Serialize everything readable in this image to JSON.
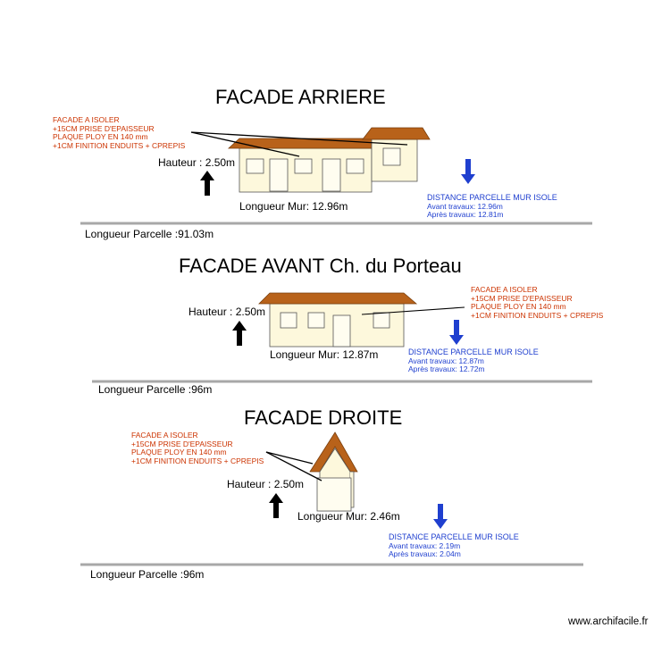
{
  "sections": [
    {
      "title": "FACADE ARRIERE",
      "notes": [
        "FACADE A ISOLER",
        "+15CM PRISE D'EPAISSEUR",
        "PLAQUE PLOY EN 140 mm",
        "+1CM FINITION ENDUITS + CPREPIS"
      ],
      "height_label": "Hauteur : 2.50m",
      "wall_length_label": "Longueur Mur: 12.96m",
      "distance": {
        "heading": "DISTANCE PARCELLE MUR ISOLE",
        "before": "Avant travaux: 12.96m",
        "after": "Après travaux: 12.81m"
      },
      "parcel_label": "Longueur Parcelle :91.03m"
    },
    {
      "title": "FACADE AVANT Ch. du Porteau",
      "notes": [
        "FACADE A ISOLER",
        "+15CM PRISE D'EPAISSEUR",
        "PLAQUE PLOY EN 140 mm",
        "+1CM FINITION ENDUITS + CPREPIS"
      ],
      "height_label": "Hauteur : 2.50m",
      "wall_length_label": "Longueur Mur: 12.87m",
      "distance": {
        "heading": "DISTANCE PARCELLE MUR ISOLE",
        "before": "Avant travaux: 12.87m",
        "after": "Après travaux: 12.72m"
      },
      "parcel_label": "Longueur Parcelle :96m"
    },
    {
      "title": "FACADE DROITE",
      "notes": [
        "FACADE A ISOLER",
        "+15CM PRISE D'EPAISSEUR",
        "PLAQUE PLOY EN 140 mm",
        "+1CM FINITION ENDUITS + CPREPIS"
      ],
      "height_label": "Hauteur : 2.50m",
      "wall_length_label": "Longueur Mur: 2.46m",
      "distance": {
        "heading": "DISTANCE PARCELLE MUR ISOLE",
        "before": "Avant travaux: 2.19m",
        "after": "Après travaux: 2.04m"
      },
      "parcel_label": "Longueur Parcelle :96m"
    }
  ],
  "credit": "www.archifacile.fr",
  "colors": {
    "wall_fill": "#fdf8dc",
    "roof_fill": "#b8621a",
    "roof_stroke": "#7a3e0c",
    "ground_line": "#a8a8a8",
    "note_text": "#cc3300",
    "distance_text": "#1f3fcf",
    "distance_arrow": "#1f3fcf",
    "height_arrow": "#000000"
  }
}
